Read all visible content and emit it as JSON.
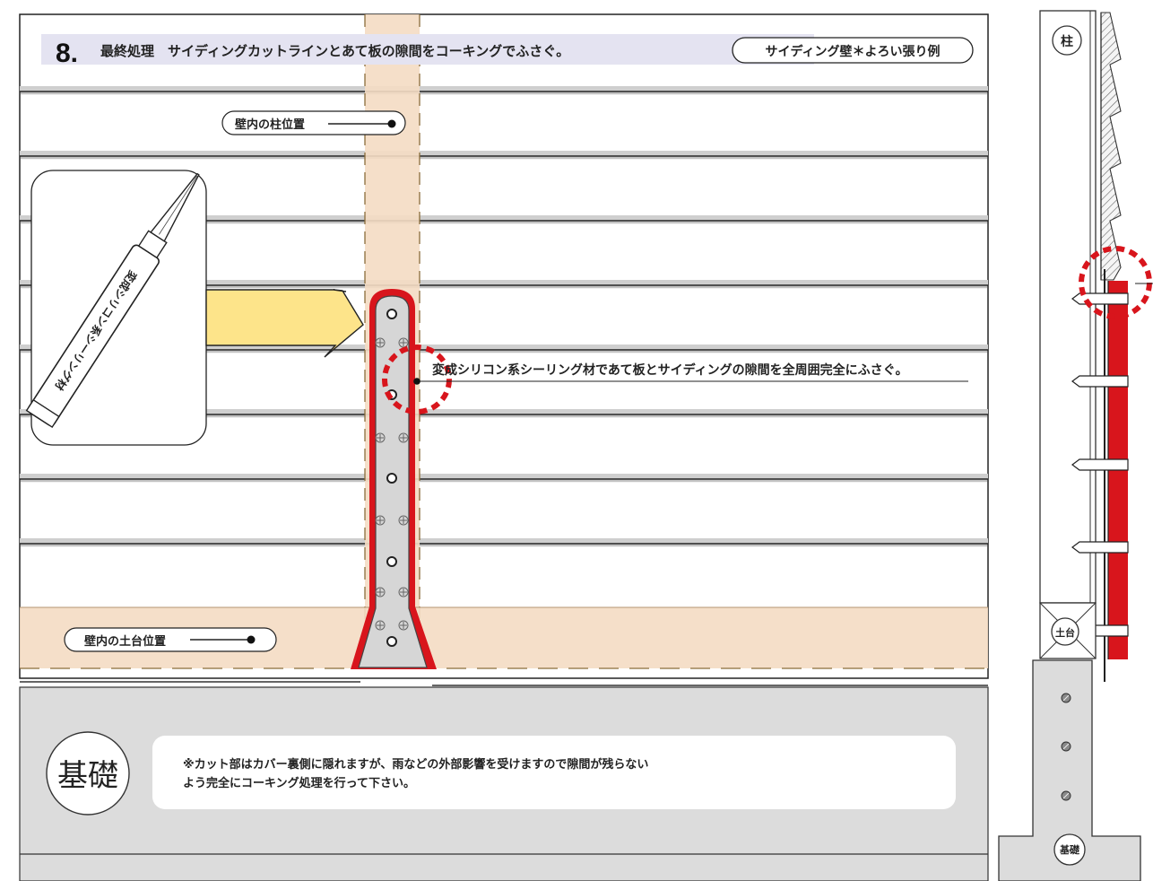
{
  "header": {
    "step_number": "8.",
    "title": "最終処理　サイディングカットラインとあて板の隙間をコーキングでふさぐ。",
    "badge": "サイディング壁＊よろい張り例"
  },
  "labels": {
    "column_position": "壁内の柱位置",
    "sill_position": "壁内の土台位置",
    "sealant_instruction": "変成シリコン系シーリング材であて板とサイディングの隙間を全周囲完全にふさぐ。",
    "foundation": "基礎"
  },
  "tube": {
    "label": "変成シリコン系シーリング材"
  },
  "note": {
    "line1": "※カット部はカバー裏側に隠れますが、雨などの外部影響を受けますので隙間が残らない",
    "line2": "よう完全にコーキング処理を行って下さい。"
  },
  "side_view": {
    "column_label": "柱",
    "sill_label": "土台",
    "foundation_label": "基礎"
  },
  "colors": {
    "sealant_red": "#d8151c",
    "highlight_tan": "#f4dcc3",
    "arrow_yellow": "#fde48a",
    "foundation_gray": "#dcdcdc",
    "header_lavender": "#e4e3f1"
  }
}
